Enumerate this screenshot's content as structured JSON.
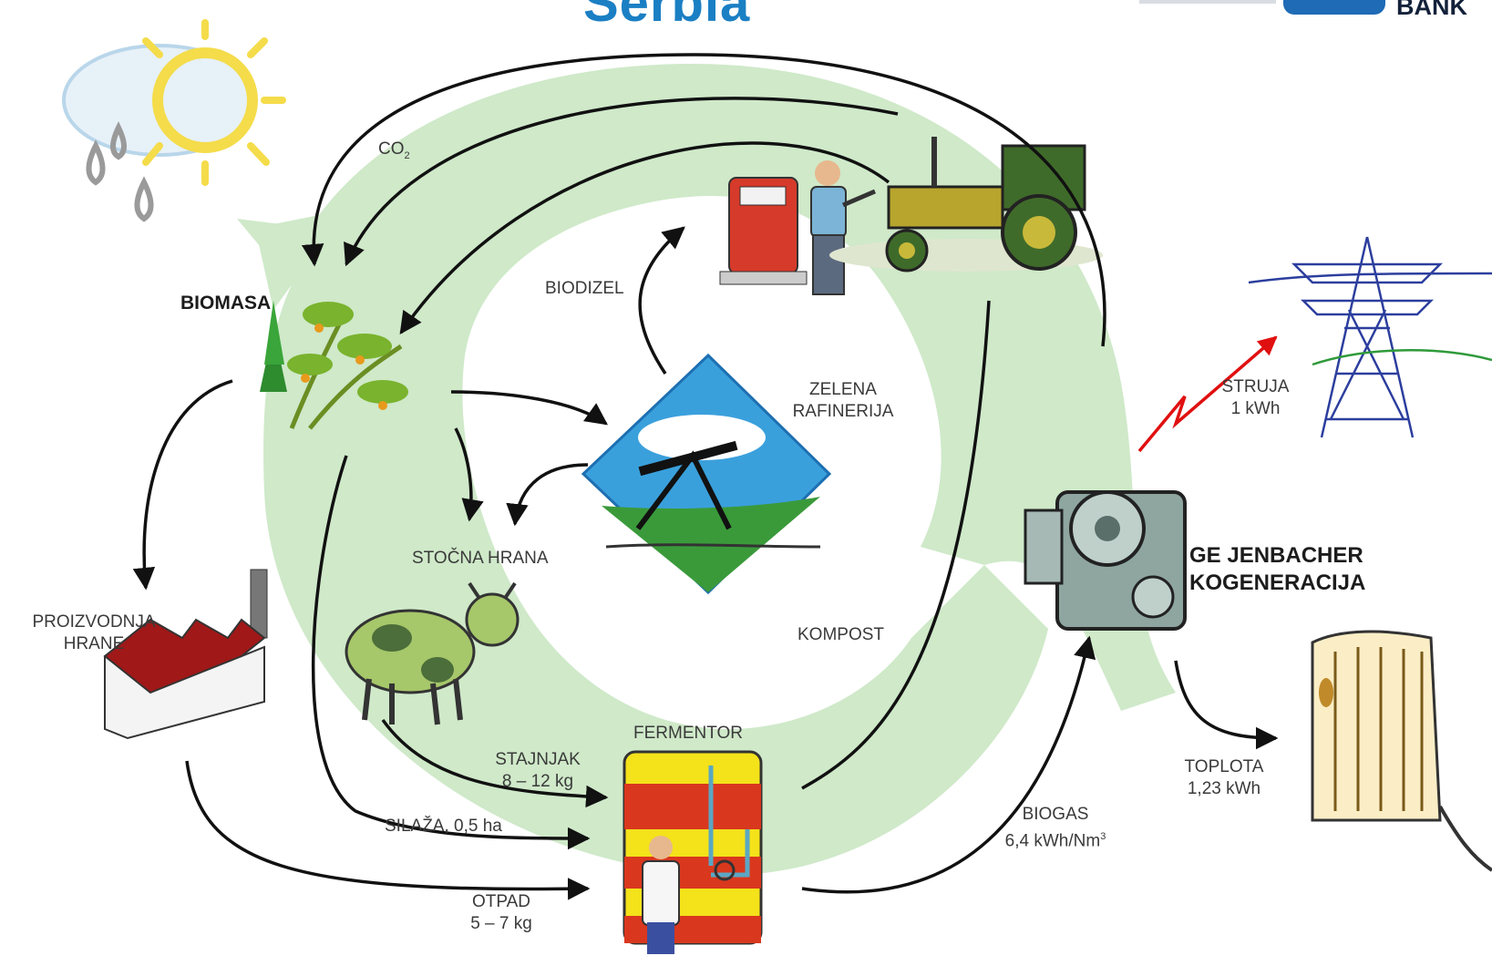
{
  "header": {
    "title_fragment": "Serbia",
    "logo_text": "BANK",
    "brand_color": "#1b7fc4"
  },
  "colors": {
    "cycle_arrow": "#cfe9c9",
    "arrows": "#111111",
    "electric": "#e01010",
    "fermentor_red": "#d9381e",
    "fermentor_yellow": "#f4e21a",
    "roof_red": "#a01818",
    "tower_blue": "#2c3e9e"
  },
  "labels": {
    "co2": "CO",
    "co2_sub": "2",
    "biomasa": "BIOMASA",
    "biodizel": "BIODIZEL",
    "zelena_1": "ZELENA",
    "zelena_2": "RAFINERIJA",
    "stocna_hrana": "STOČNA HRANA",
    "proizvodnja_1": "PROIZVODNJA",
    "proizvodnja_2": "HRANE",
    "kompost": "KOMPOST",
    "fermentor": "FERMENTOR",
    "stajnjak_1": "STAJNJAK",
    "stajnjak_2": "8 – 12 kg",
    "silaza": "SILAŽA, 0,5 ha",
    "otpad_1": "OTPAD",
    "otpad_2": "5 – 7 kg",
    "biogas_1": "BIOGAS",
    "biogas_2": "6,4 kWh/Nm",
    "biogas_sup": "3",
    "ge_1": "GE JENBACHER",
    "ge_2": "KOGENERACIJA",
    "struja_1": "STRUJA",
    "struja_2": "1 kWh",
    "toplota_1": "TOPLOTA",
    "toplota_2": "1,23 kWh"
  },
  "icons": [
    "weather-icon",
    "biomass-plant-icon",
    "fuel-pump-icon",
    "farmer-icon",
    "tractor-icon",
    "power-tower-icon",
    "oil-refinery-icon",
    "engine-icon",
    "factory-icon",
    "cow-icon",
    "fermentor-tank-icon",
    "scientist-icon",
    "radiator-icon"
  ]
}
